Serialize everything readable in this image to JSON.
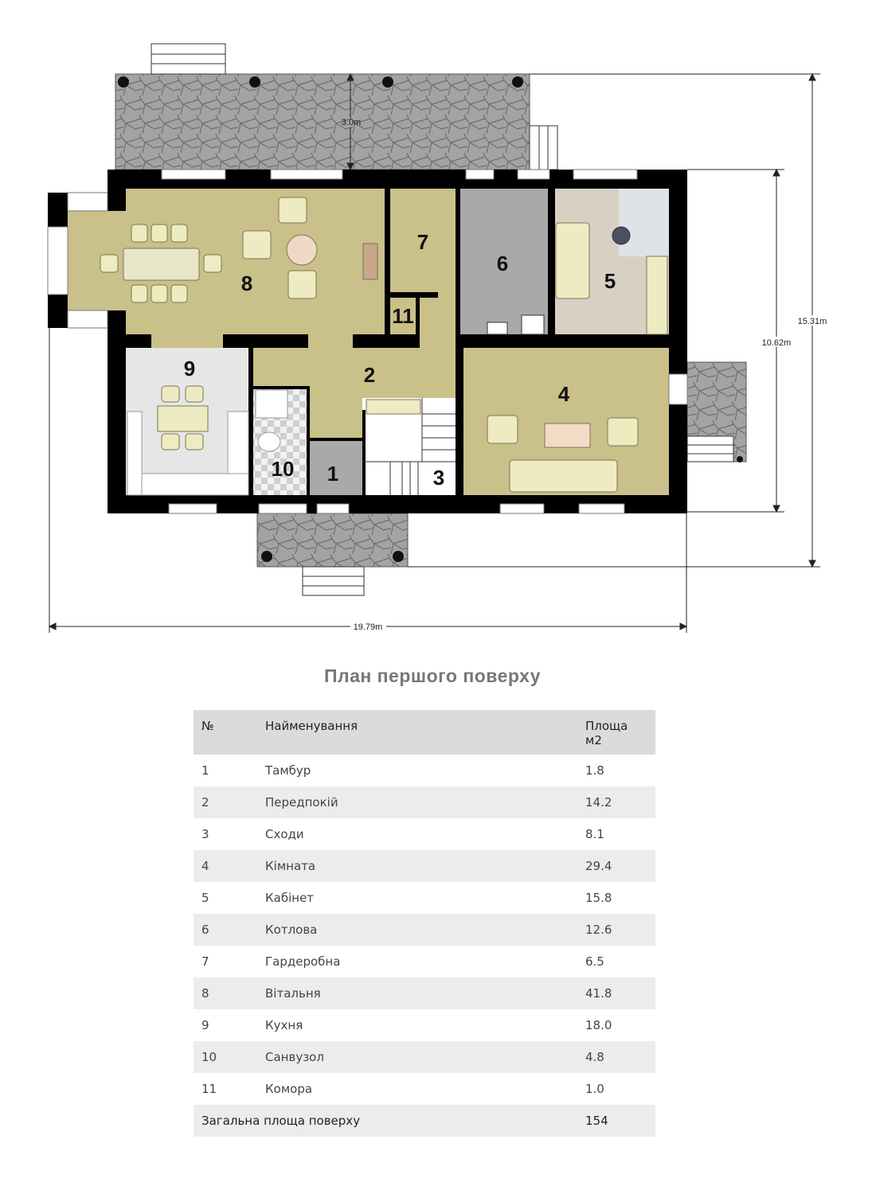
{
  "plan": {
    "dimensions": {
      "width_total": "19.79m",
      "depth_total": "15.31m",
      "depth_house": "10.62m",
      "terrace_depth": "3.0m"
    },
    "room_labels": [
      "1",
      "2",
      "3",
      "4",
      "5",
      "6",
      "7",
      "8",
      "9",
      "10",
      "11"
    ],
    "colors": {
      "wall": "#000000",
      "floor_olive": "#c9c08a",
      "boiler_room": "#a9a9a9",
      "office_carpet": "#d8d1c3",
      "kitchen_tile": "#e6e6e6",
      "terrace_stone": "#9a9a9a"
    }
  },
  "title": "План першого поверху",
  "table": {
    "headers": {
      "no": "№",
      "name": "Найменування",
      "area_line1": "Площа",
      "area_line2": "м2"
    },
    "rows": [
      {
        "no": "1",
        "name": "Тамбур",
        "area": "1.8"
      },
      {
        "no": "2",
        "name": "Передпокій",
        "area": "14.2"
      },
      {
        "no": "3",
        "name": "Сходи",
        "area": "8.1"
      },
      {
        "no": "4",
        "name": "Кімната",
        "area": "29.4"
      },
      {
        "no": "5",
        "name": "Кабінет",
        "area": "15.8"
      },
      {
        "no": "6",
        "name": "Котлова",
        "area": "12.6"
      },
      {
        "no": "7",
        "name": "Гардеробна",
        "area": "6.5"
      },
      {
        "no": "8",
        "name": "Вітальня",
        "area": "41.8"
      },
      {
        "no": "9",
        "name": "Кухня",
        "area": "18.0"
      },
      {
        "no": "10",
        "name": "Санвузол",
        "area": "4.8"
      },
      {
        "no": "11",
        "name": "Комора",
        "area": "1.0"
      }
    ],
    "total": {
      "label": "Загальна площа поверху",
      "area": "154"
    }
  }
}
